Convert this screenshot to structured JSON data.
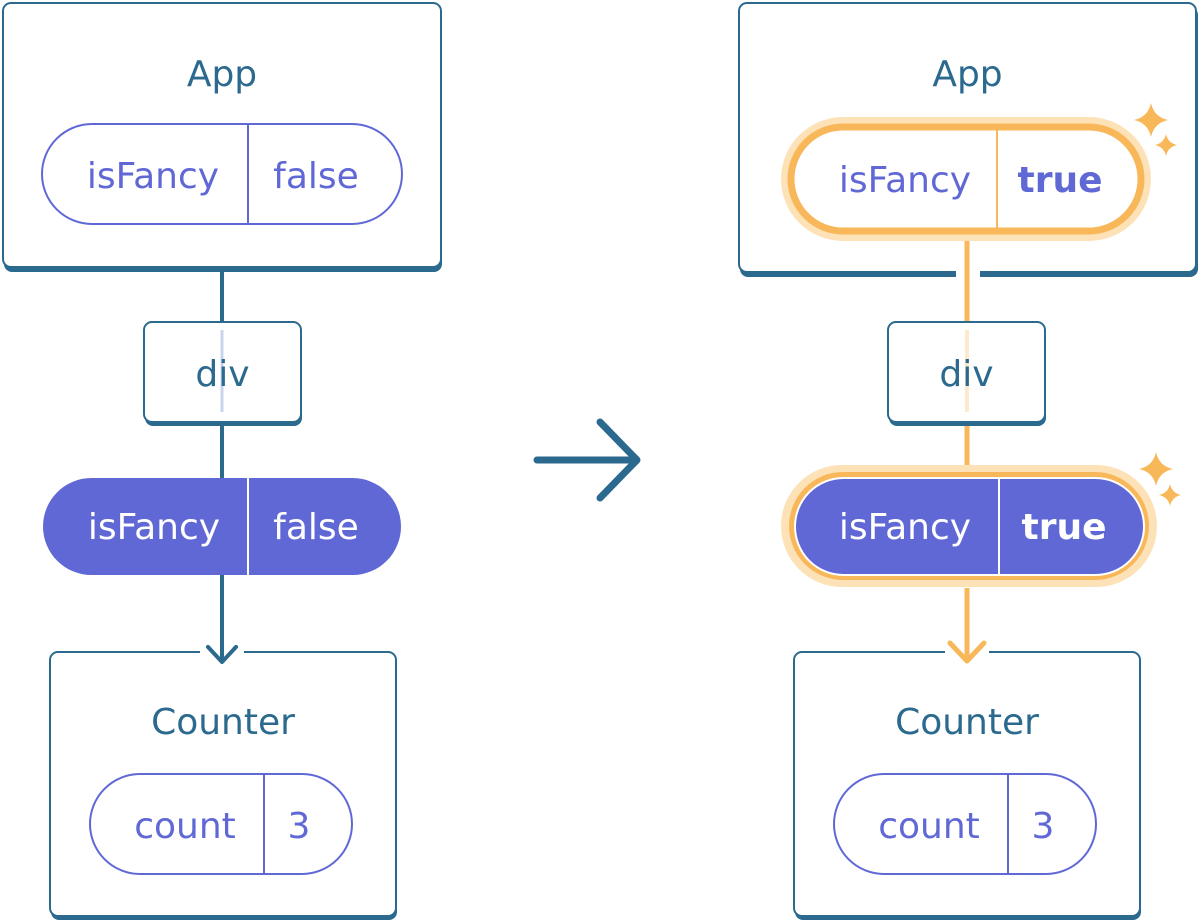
{
  "left": {
    "app": {
      "title": "App",
      "prop_name": "isFancy",
      "prop_value": "false"
    },
    "div": {
      "title": "div"
    },
    "passed_prop": {
      "prop_name": "isFancy",
      "prop_value": "false"
    },
    "counter": {
      "title": "Counter",
      "state_name": "count",
      "state_value": "3"
    }
  },
  "right": {
    "app": {
      "title": "App",
      "prop_name": "isFancy",
      "prop_value": "true"
    },
    "div": {
      "title": "div"
    },
    "passed_prop": {
      "prop_name": "isFancy",
      "prop_value": "true"
    },
    "counter": {
      "title": "Counter",
      "state_name": "count",
      "state_value": "3"
    }
  },
  "colors": {
    "stroke": "#2b6a8e",
    "purple": "#6068d6",
    "highlight": "#f8b85a",
    "highlight_glow": "#fde2b8"
  }
}
